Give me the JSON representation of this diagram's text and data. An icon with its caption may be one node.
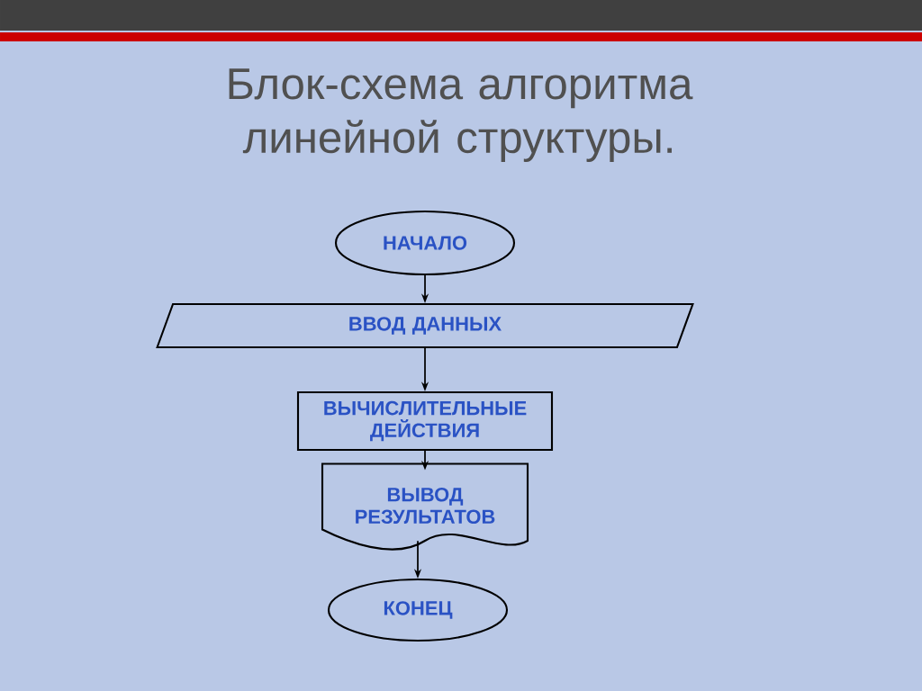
{
  "diagram": {
    "title": "Блок-схема алгоритма линейной структуры.",
    "nodes": [
      {
        "text": [
          "НАЧАЛО"
        ]
      },
      {
        "text": [
          "ВВОД ДАННЫХ"
        ]
      },
      {
        "text": [
          "ВЫЧИСЛИТЕЛЬНЫЕ ДЕЙСТВИЯ"
        ]
      },
      {
        "text": [
          "ВЫВОД РЕЗУЛЬТАТОВ"
        ]
      },
      {
        "text": [
          "КОНЕЦ"
        ]
      }
    ],
    "edges": [
      {
        "from": 0,
        "to": 1,
        "arrow": "to"
      },
      {
        "from": 1,
        "to": 2,
        "arrow": "to"
      },
      {
        "from": 2,
        "to": 3,
        "arrow": "to"
      },
      {
        "from": 3,
        "to": 4,
        "arrow": "to"
      }
    ]
  }
}
